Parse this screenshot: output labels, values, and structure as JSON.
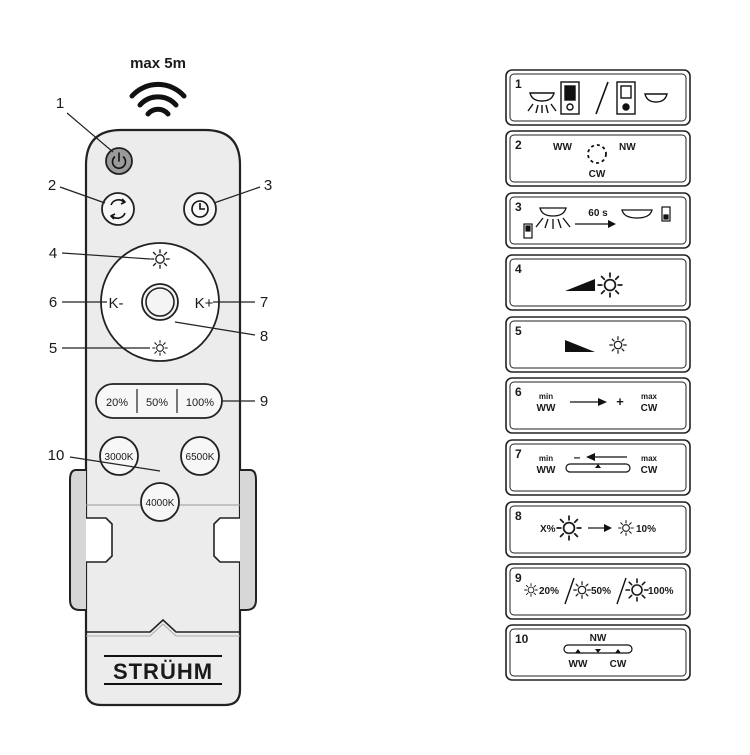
{
  "remote": {
    "range_label": "max 5m",
    "brand": "STRÜHM",
    "callouts": [
      "1",
      "2",
      "3",
      "4",
      "5",
      "6",
      "7",
      "8",
      "9",
      "10"
    ],
    "k_minus": "K-",
    "k_plus": "K+",
    "presets": [
      "20%",
      "50%",
      "100%"
    ],
    "cct_buttons": [
      "3000K",
      "6500K",
      "4000K"
    ]
  },
  "legend": {
    "numbers": [
      "1",
      "2",
      "3",
      "4",
      "5",
      "6",
      "7",
      "8",
      "9",
      "10"
    ],
    "item2": {
      "left": "WW",
      "right": "NW",
      "bottom": "CW"
    },
    "item3": {
      "time": "60 s"
    },
    "item6": {
      "min_top": "min",
      "min_bottom": "WW",
      "plus": "+",
      "max_top": "max",
      "max_bottom": "CW"
    },
    "item7": {
      "min_top": "min",
      "min_bottom": "WW",
      "minus": "–",
      "max_top": "max",
      "max_bottom": "CW"
    },
    "item8": {
      "from": "X%",
      "to": "10%"
    },
    "item9": {
      "a": "20%",
      "b": "50%",
      "c": "100%"
    },
    "item10": {
      "top": "NW",
      "left": "WW",
      "right": "CW"
    }
  }
}
